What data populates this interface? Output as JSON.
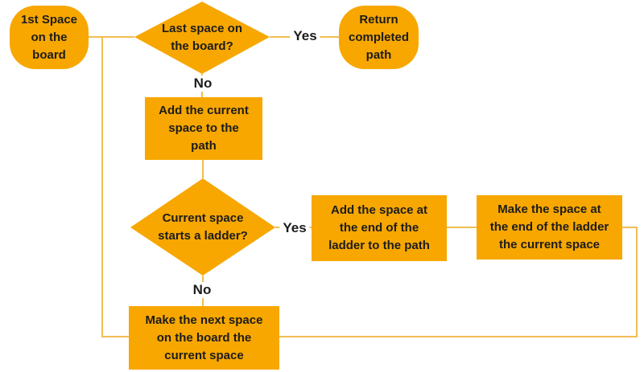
{
  "diagram": {
    "type": "flowchart",
    "colors": {
      "shape_fill": "#F7A700",
      "connector": "#F0BE55",
      "text": "#1c1c1c",
      "background": "#ffffff"
    },
    "nodes": {
      "start": {
        "type": "terminator",
        "label": "1st Space\non the\nboard"
      },
      "decision_last_space": {
        "type": "decision",
        "label": "Last space on\nthe board?"
      },
      "return_path": {
        "type": "terminator",
        "label": "Return\ncompleted\npath"
      },
      "add_current": {
        "type": "process",
        "label": "Add the current\nspace to the\npath"
      },
      "decision_ladder": {
        "type": "decision",
        "label": "Current space\nstarts a ladder?"
      },
      "add_ladder_end": {
        "type": "process",
        "label": "Add the space at\nthe end of the\nladder to the path"
      },
      "make_ladder_current": {
        "type": "process",
        "label": "Make the space at\nthe end of the ladder\nthe current space"
      },
      "make_next_current": {
        "type": "process",
        "label": "Make the next space\non the board the\ncurrent space"
      }
    },
    "edge_labels": {
      "yes_last_space": "Yes",
      "no_last_space": "No",
      "yes_ladder": "Yes",
      "no_ladder": "No"
    }
  }
}
